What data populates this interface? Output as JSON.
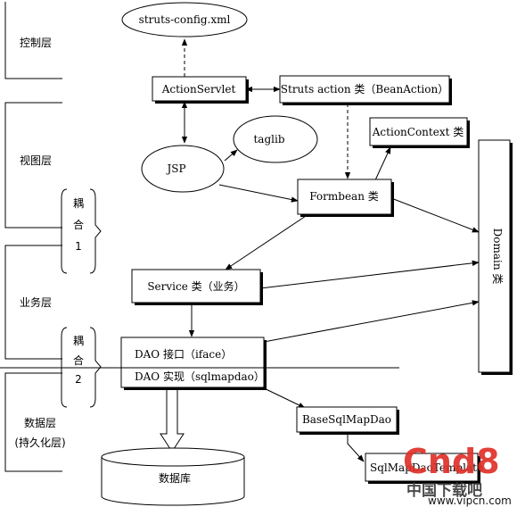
{
  "layers": {
    "control": "控制层",
    "view": "视图层",
    "business": "业务层",
    "data_line1": "数据层",
    "data_line2": "(持久化层)"
  },
  "coupling": [
    {
      "c1": "耦",
      "c2": "合",
      "n": "1"
    },
    {
      "c1": "耦",
      "c2": "合",
      "n": "2"
    }
  ],
  "nodes": {
    "struts_config": "struts-config.xml",
    "action_servlet": "ActionServlet",
    "struts_action": "Struts action 类（BeanAction）",
    "taglib": "taglib",
    "action_context": "ActionContext 类",
    "jsp": "JSP",
    "formbean": "Formbean 类",
    "domain": "Domain 类",
    "service": "Service 类（业务）",
    "dao_iface": "DAO 接口（iface）",
    "dao_impl": "DAO 实现（sqlmapdao）",
    "base_sqlmapdao": "BaseSqlMapDao",
    "sqlmap": "SqlMapDaoTemplate",
    "database": "数据库"
  },
  "watermark": {
    "brand": "Cnd8",
    "tagline": "中国下载吧",
    "url": "www.vipcn.com"
  }
}
